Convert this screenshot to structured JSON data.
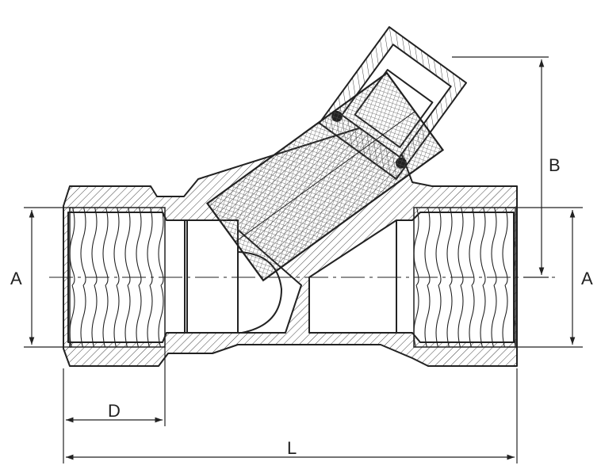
{
  "dimensions": {
    "a_left": "A",
    "a_right": "A",
    "b": "B",
    "d": "D",
    "l": "L"
  },
  "colors": {
    "line": "#222222",
    "hatch": "#444444",
    "mesh": "#555555",
    "background": "#ffffff"
  }
}
